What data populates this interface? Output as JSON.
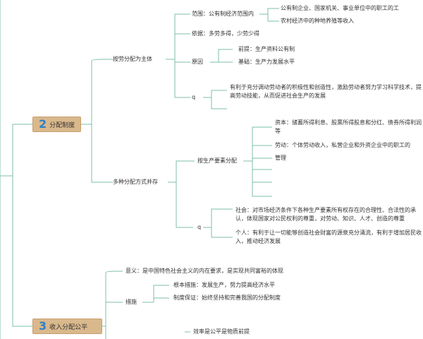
{
  "section2": {
    "number": "2",
    "title": "分配制度",
    "main": {
      "label": "按劳分配为主体",
      "scope_label": "范围：公有制经济范围内",
      "scope_items": [
        "公有制企业、国家机关、事业单位中的职工的工",
        "农村经济中的种地养殖等收入"
      ],
      "basis": "依据：多劳多得，少劳少得",
      "reason_label": "原因",
      "reason_items": [
        "前提：生产资料公有制",
        "基础：生产力发展水平"
      ],
      "q_mark": "q",
      "significance": "有利于充分调动劳动者的积极性和创造性，激励劳动者努力学习科学技术，提高劳动技能，从而促进社会生产的发展"
    },
    "multi": {
      "label": "多种分配方式并存",
      "factor_label": "按生产要素分配",
      "factor_items": [
        "资本：储蓄所得利息、股票所得股息和分红、债券所得利润等",
        "劳动：个体劳动收入，私营企业和外资企业中的职工的",
        "管理"
      ],
      "q_mark": "q",
      "social": "社会：对市场经济条件下各种生产要素所有权存在的合理性、合法性的承认，体现国家对公民权利的尊重，对劳动、知识、人才、创造的尊重",
      "personal": "个人：有利于让一切能够创造社会财富的源泉充分涌流，有利于增加居民收入，推动经济发展"
    }
  },
  "section3": {
    "number": "3",
    "title": "收入分配公平",
    "meaning": "意义：是中国特色社会主义的内在要求，是实现共同富裕的体现",
    "measures_label": "措施",
    "measures_items": [
      "根本措施：发展生产，努力提高经济水平",
      "制度保证：始终坚持和完善我国的分配制度"
    ],
    "efficiency": "效率是公平是物质前提"
  },
  "colors": {
    "line": "#7cbfaa",
    "topic_fill": "#d9b88c",
    "number": "#2f80c8"
  }
}
